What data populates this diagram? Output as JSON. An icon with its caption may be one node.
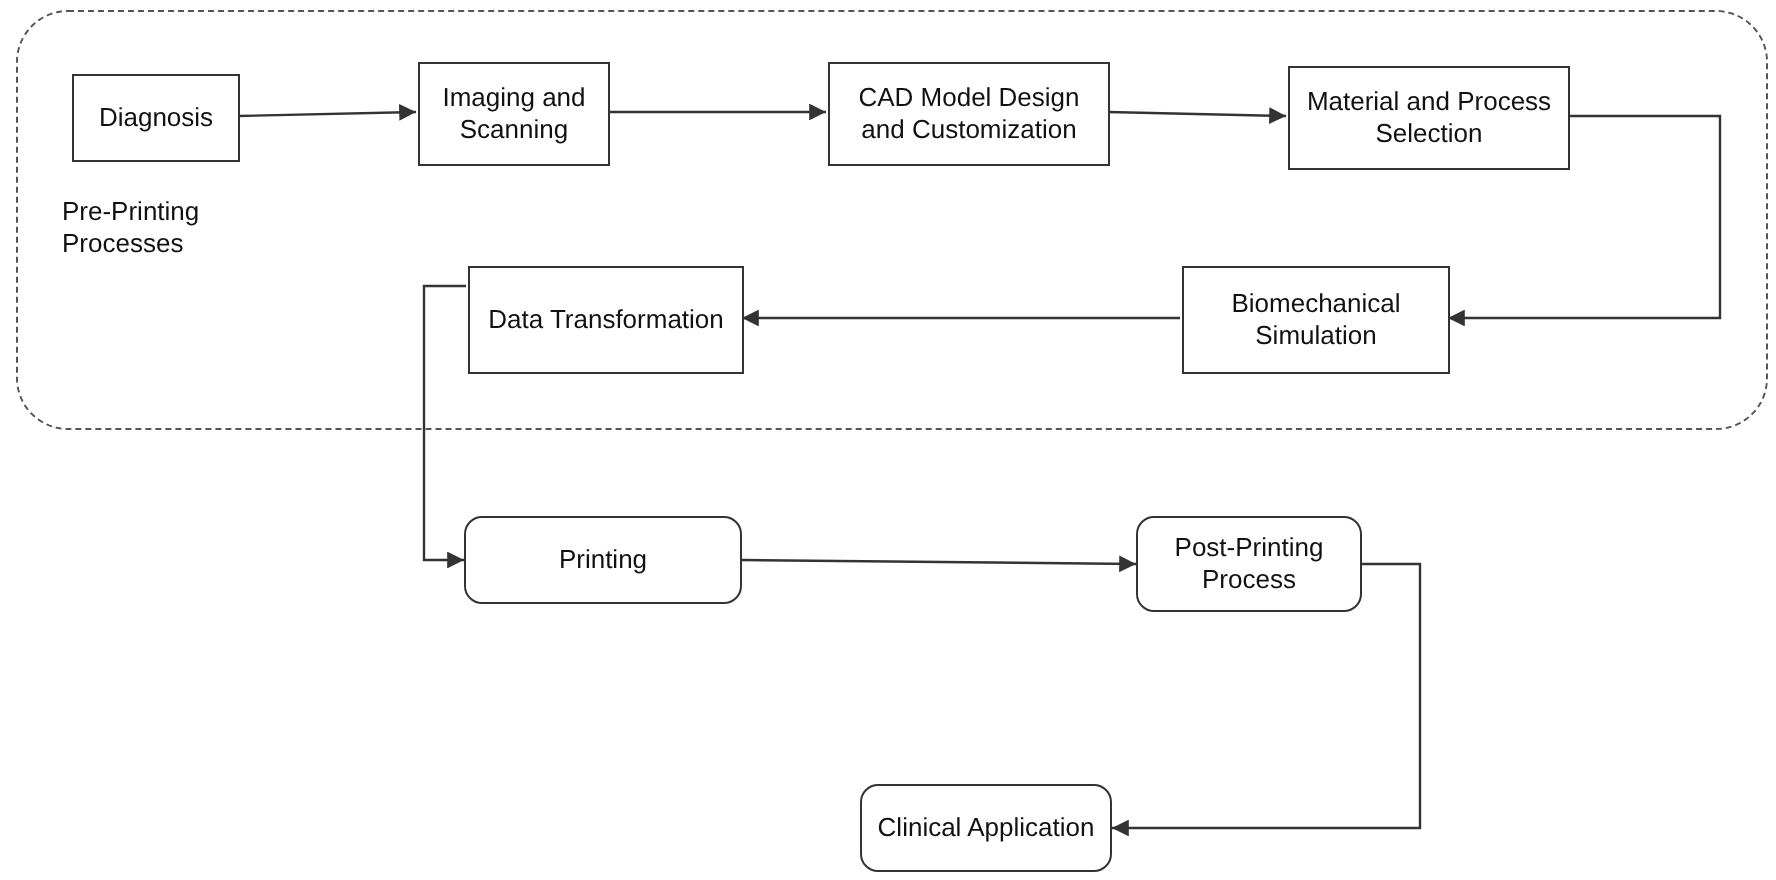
{
  "diagram": {
    "nodes": [
      {
        "text": [
          "Pre-Printing Processes"
        ]
      },
      {
        "text": [
          "Diagnosis"
        ],
        "in": 0
      },
      {
        "text": [
          "Imaging and Scanning"
        ],
        "in": 0
      },
      {
        "text": [
          "CAD Model Design and Customization"
        ],
        "in": 0
      },
      {
        "text": [
          "Material and Process Selection"
        ],
        "in": 0
      },
      {
        "text": [
          "Biomechanical Simulation"
        ],
        "in": 0
      },
      {
        "text": [
          "Data Transformation"
        ],
        "in": 0
      },
      {
        "text": [
          "Printing"
        ]
      },
      {
        "text": [
          "Post-Printing Process"
        ]
      },
      {
        "text": [
          "Clinical Application"
        ]
      }
    ],
    "edges": [
      {
        "from": 1,
        "to": 2,
        "arrow": "to"
      },
      {
        "from": 2,
        "to": 3,
        "arrow": "to"
      },
      {
        "from": 3,
        "to": 4,
        "arrow": "to"
      },
      {
        "from": 4,
        "to": 5,
        "arrow": "to"
      },
      {
        "from": 5,
        "to": 6,
        "arrow": "to"
      },
      {
        "from": 6,
        "to": 7,
        "arrow": "to"
      },
      {
        "from": 7,
        "to": 8,
        "arrow": "to"
      },
      {
        "from": 8,
        "to": 9,
        "arrow": "to"
      }
    ]
  }
}
